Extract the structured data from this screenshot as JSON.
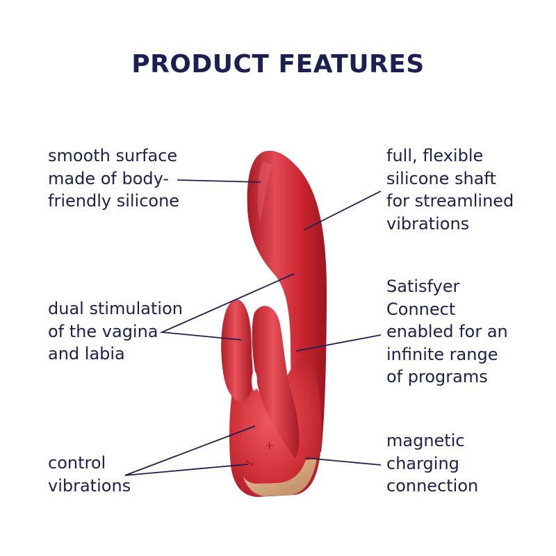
{
  "title": "PRODUCT FEATURES",
  "colors": {
    "text": "#1c1f52",
    "leader_line": "#1c1f52",
    "product_red": "#c8242f",
    "product_highlight": "#e8505a",
    "product_shadow": "#9c1620",
    "charging_gold": "#d8ad86"
  },
  "features": [
    {
      "id": "smooth-surface",
      "side": "left",
      "lines": [
        "smooth surface",
        "made of body-",
        "friendly silicone"
      ]
    },
    {
      "id": "flexible-shaft",
      "side": "right",
      "lines": [
        "full, flexible",
        "silicone shaft",
        "for streamlined",
        "vibrations"
      ]
    },
    {
      "id": "dual-stimulation",
      "side": "left",
      "lines": [
        "dual stimulation",
        "of the vagina",
        "and labia"
      ]
    },
    {
      "id": "satisfyer-connect",
      "side": "right",
      "lines": [
        "Satisfyer",
        "Connect",
        "enabled for an",
        "infinite range",
        "of programs"
      ]
    },
    {
      "id": "control-vibrations",
      "side": "left",
      "lines": [
        "control",
        "vibrations"
      ]
    },
    {
      "id": "magnetic-charging",
      "side": "right",
      "lines": [
        "magnetic",
        "charging",
        "connection"
      ]
    }
  ],
  "product": {
    "icons": [
      "plus-button-icon",
      "wave-button-icon"
    ]
  }
}
